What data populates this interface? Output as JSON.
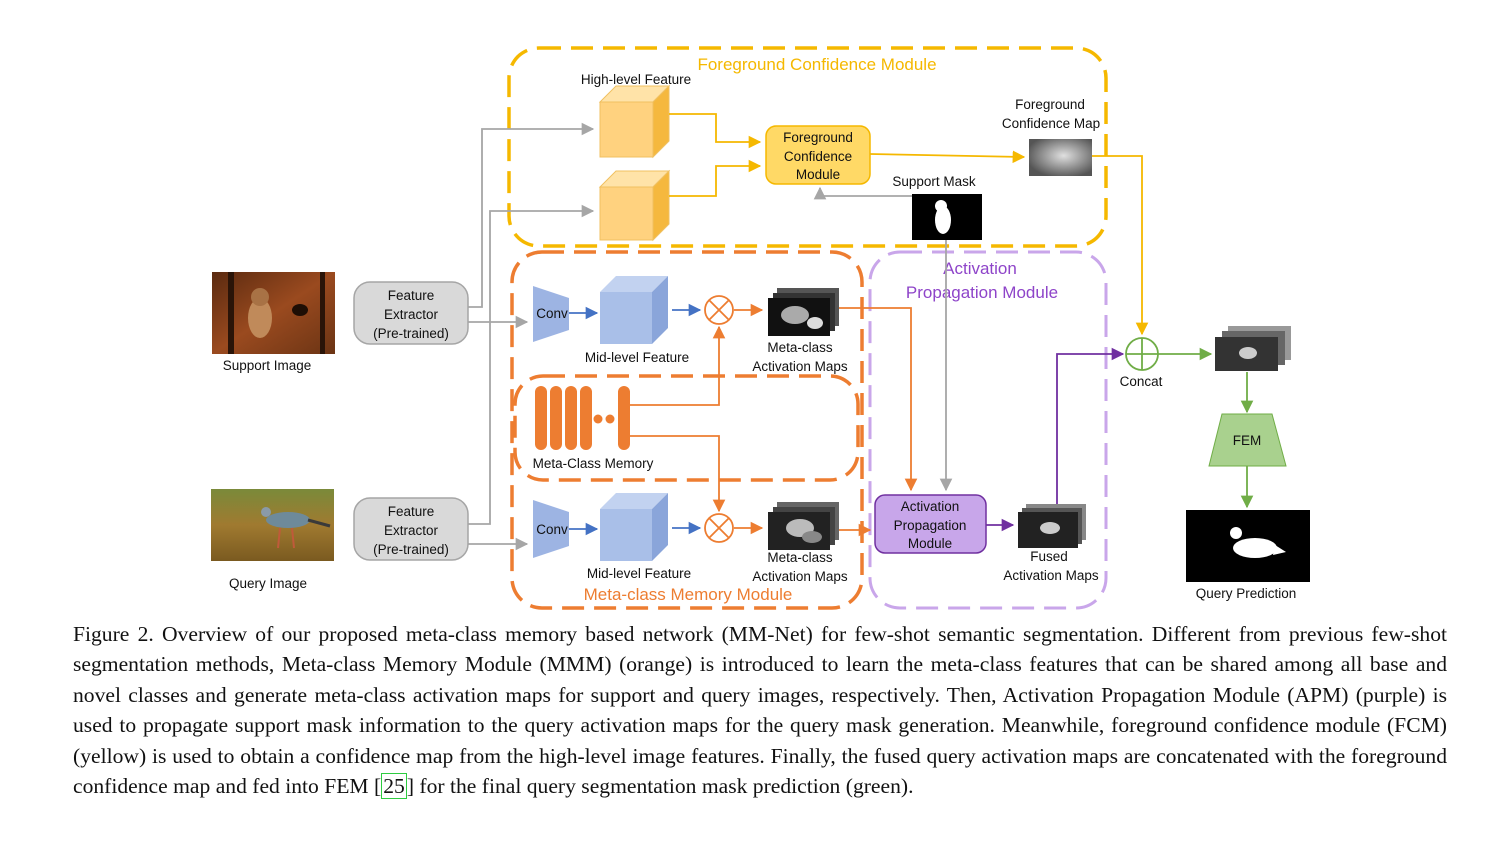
{
  "figure": {
    "modules": {
      "fcm_title": "Foreground Confidence Module",
      "apm_title_line1": "Activation",
      "apm_title_line2": "Propagation Module",
      "mmm_title": "Meta-class Memory Module"
    },
    "labels": {
      "support_image": "Support Image",
      "query_image": "Query Image",
      "feature_extractor_1": "Feature",
      "feature_extractor_2": "Extractor",
      "feature_extractor_3": "(Pre-trained)",
      "conv": "Conv",
      "high_level_feature": "High-level Feature",
      "mid_level_feature": "Mid-level Feature",
      "fcm_box_1": "Foreground",
      "fcm_box_2": "Confidence",
      "fcm_box_3": "Module",
      "support_mask": "Support Mask",
      "fg_conf_map_1": "Foreground",
      "fg_conf_map_2": "Confidence Map",
      "meta_act_maps_1": "Meta-class",
      "meta_act_maps_2": "Activation Maps",
      "meta_class_memory": "Meta-Class Memory",
      "apm_box_1": "Activation",
      "apm_box_2": "Propagation",
      "apm_box_3": "Module",
      "fused_1": "Fused",
      "fused_2": "Activation Maps",
      "concat": "Concat",
      "fem": "FEM",
      "query_prediction": "Query Prediction"
    },
    "colors": {
      "yellow": "#f5b800",
      "orange": "#ed7d31",
      "purple": "#b88de0",
      "purple_dark": "#7030a0",
      "green": "#70ad47",
      "gray": "#a6a6a6",
      "blue": "#4472c4"
    }
  },
  "caption": {
    "text_before_ref": "Figure 2. Overview of our proposed meta-class memory based network (MM-Net) for few-shot semantic segmentation. Different from previous few-shot segmentation methods, Meta-class Memory Module (MMM) (orange) is introduced to learn the meta-class features that can be shared among all base and novel classes and generate meta-class activation maps for support and query images, respectively. Then, Activation Propagation Module (APM) (purple) is used to propagate support mask information to the query activation maps for the query mask generation. Meanwhile, foreground confidence module (FCM) (yellow) is used to obtain a confidence map from the high-level image features. Finally, the fused query activation maps are concatenated with the foreground confidence map and fed into FEM [",
    "ref": "25",
    "text_after_ref": "] for the final query segmentation mask prediction (green)."
  }
}
